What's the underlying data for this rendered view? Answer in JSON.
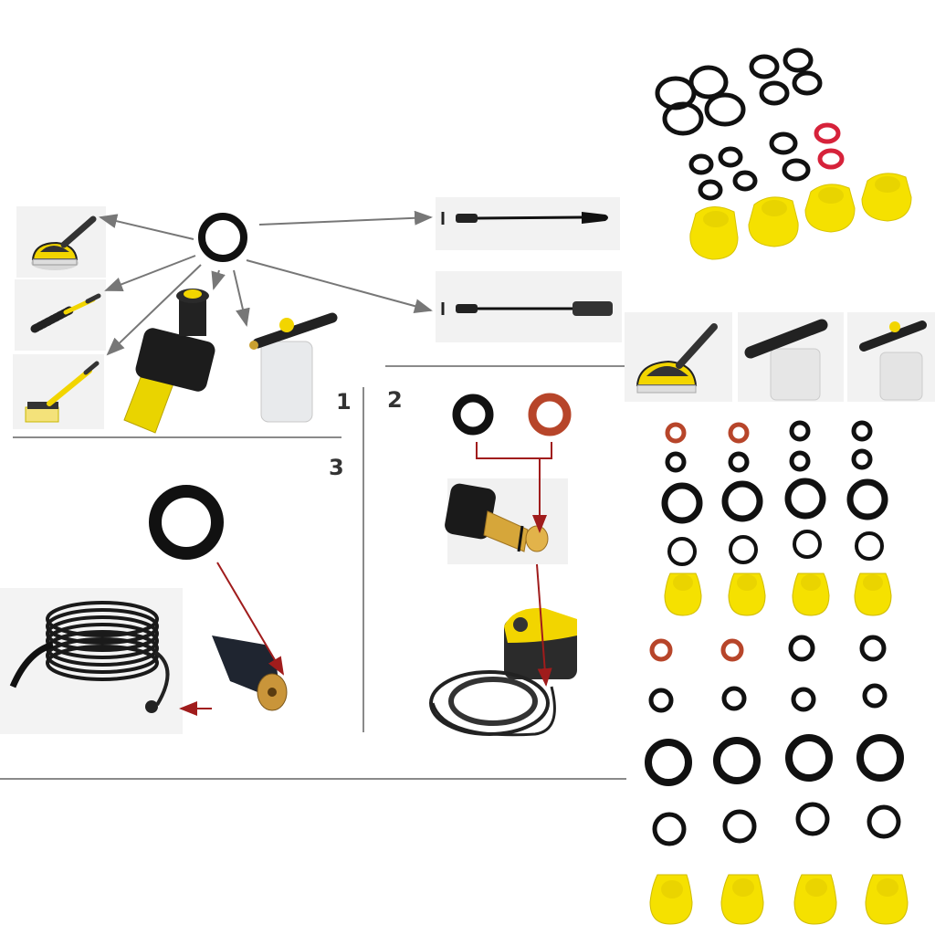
{
  "section_labels": {
    "one": "1",
    "two": "2",
    "three": "3"
  },
  "colors": {
    "background": "#ffffff",
    "oring_black": "#111111",
    "oring_red_orange": "#b7452a",
    "oring_red": "#d6223a",
    "nozzle_yellow": "#f2e000",
    "accent_yellow": "#f5d800",
    "arrow_gray": "#777777",
    "arrow_red": "#a01c1c",
    "divider": "#8a8a8a"
  },
  "diagram_1": {
    "center_item": "o-ring",
    "targets": [
      "wash-brush-round",
      "wash-brush-long",
      "wash-brush-flat",
      "hose-adapter",
      "foam-nozzle-bottle",
      "lance-nozzle",
      "lance-vario"
    ]
  },
  "diagram_2": {
    "items": [
      "black-o-ring",
      "red-o-ring",
      "brass-connector",
      "pressure-washer-unit"
    ]
  },
  "diagram_3": {
    "items": [
      "black-o-ring",
      "hose-coil",
      "hose-brass-fitting"
    ]
  },
  "kit_top": {
    "black_rings": 14,
    "red_rings": 2,
    "yellow_nozzle_caps": 4
  },
  "accessory_row": [
    "wash-brush",
    "foam-nozzle",
    "foam-nozzle-adjustable"
  ],
  "kit_grid_a": {
    "rows": [
      [
        "orange",
        "orange",
        "black",
        "black"
      ],
      [
        "black",
        "black",
        "black",
        "black"
      ],
      [
        "black-large",
        "black-large",
        "black-large",
        "black-large"
      ],
      [
        "black",
        "black",
        "black",
        "black"
      ],
      [
        "yellow-cap",
        "yellow-cap",
        "yellow-cap",
        "yellow-cap"
      ]
    ]
  },
  "kit_grid_b": {
    "rows": [
      [
        "orange",
        "orange",
        "black",
        "black"
      ],
      [
        "black",
        "black",
        "black",
        "black"
      ],
      [
        "black-large",
        "black-large",
        "black-large",
        "black-large"
      ],
      [
        "black",
        "black",
        "black",
        "black"
      ],
      [
        "yellow-cap",
        "yellow-cap",
        "yellow-cap",
        "yellow-cap"
      ]
    ]
  }
}
